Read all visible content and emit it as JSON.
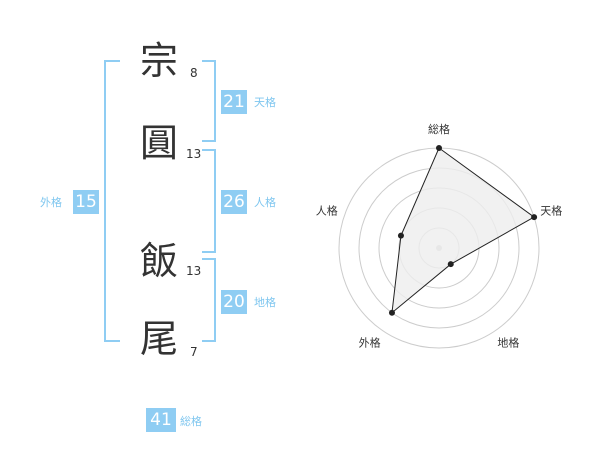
{
  "name": {
    "characters": [
      {
        "char": "宗",
        "strokes": "8"
      },
      {
        "char": "圓",
        "strokes": "13"
      },
      {
        "char": "飯",
        "strokes": "13"
      },
      {
        "char": "尾",
        "strokes": "7"
      }
    ]
  },
  "fortune": {
    "tenkaku": {
      "value": "21",
      "label": "天格"
    },
    "jinkaku": {
      "value": "26",
      "label": "人格"
    },
    "chikaku": {
      "value": "20",
      "label": "地格"
    },
    "gaikaku": {
      "value": "15",
      "label": "外格"
    },
    "soukaku": {
      "value": "41",
      "label": "総格"
    }
  },
  "radar": {
    "axes": [
      "総格",
      "天格",
      "地格",
      "外格",
      "人格"
    ],
    "levels": 5,
    "values": [
      5,
      5,
      1,
      4,
      2
    ],
    "max": 5,
    "fill_color": "#eeeeee",
    "line_color": "#222222",
    "grid_color": "#cccccc"
  }
}
